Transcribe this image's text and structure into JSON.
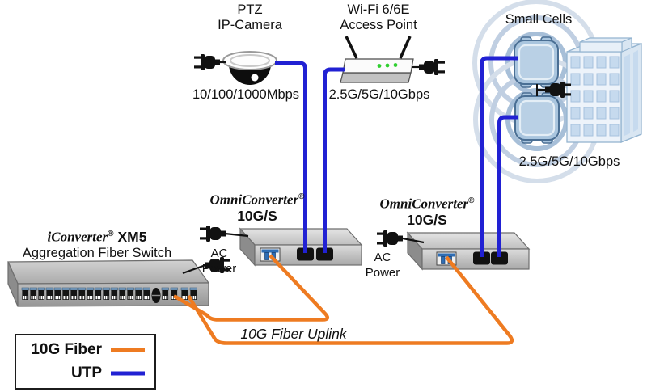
{
  "diagram": {
    "camera": {
      "title_line1": "PTZ",
      "title_line2": "IP-Camera",
      "speed": "10/100/1000Mbps"
    },
    "access_point": {
      "title_line1": "Wi-Fi 6/6E",
      "title_line2": "Access Point",
      "speed": "2.5G/5G/10Gbps"
    },
    "small_cells": {
      "title": "Small Cells",
      "speed": "2.5G/5G/10Gbps"
    },
    "converter1": {
      "brand": "OmniConverter",
      "registered": "®",
      "model": "10G/S",
      "power_label": "AC Power"
    },
    "converter2": {
      "brand": "OmniConverter",
      "registered": "®",
      "model": "10G/S",
      "power_label": "AC Power"
    },
    "switch": {
      "brand": "iConverter",
      "registered": "®",
      "model": "XM5",
      "subtitle": "Aggregation Fiber Switch"
    },
    "uplink_label": "10G Fiber Uplink"
  },
  "colors": {
    "fiber": "#EE7B21",
    "utp": "#2121D3",
    "led": "#2FCF2F"
  },
  "legend": {
    "items": [
      {
        "label": "10G Fiber",
        "color": "#EE7B21"
      },
      {
        "label": "UTP",
        "color": "#2121D3"
      }
    ]
  }
}
